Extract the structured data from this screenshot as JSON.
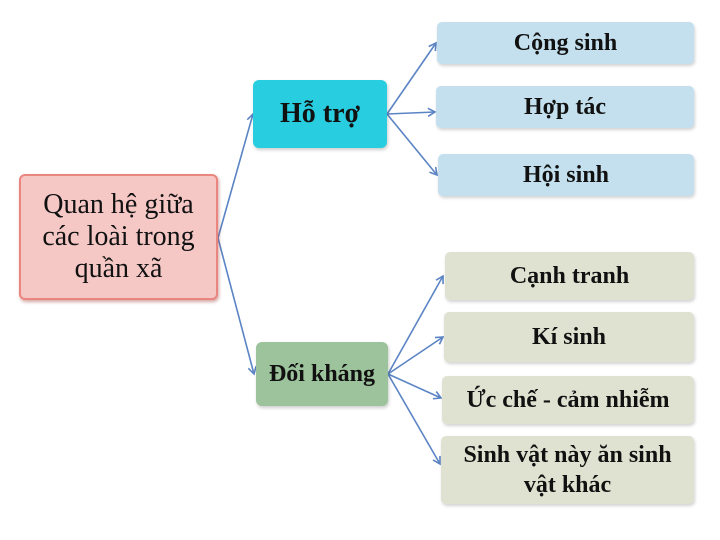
{
  "diagram": {
    "root": {
      "label": "Quan hệ giữa các loài trong quần xã",
      "color": "#f5c8c6"
    },
    "branches": [
      {
        "label": "Hỗ trợ",
        "color": "#28cde0",
        "children": [
          {
            "label": "Cộng sinh"
          },
          {
            "label": "Hợp tác"
          },
          {
            "label": "Hội sinh"
          }
        ],
        "child_color": "#c4e0ee"
      },
      {
        "label": "Đối kháng",
        "color": "#9cc39b",
        "children": [
          {
            "label": "Cạnh tranh"
          },
          {
            "label": "Kí sinh"
          },
          {
            "label": "Ức chế - cảm nhiễm"
          },
          {
            "label": "Sinh vật này ăn sinh vật khác"
          }
        ],
        "child_color": "#e0e2d1"
      }
    ],
    "connector_color": "#5b84c4"
  }
}
